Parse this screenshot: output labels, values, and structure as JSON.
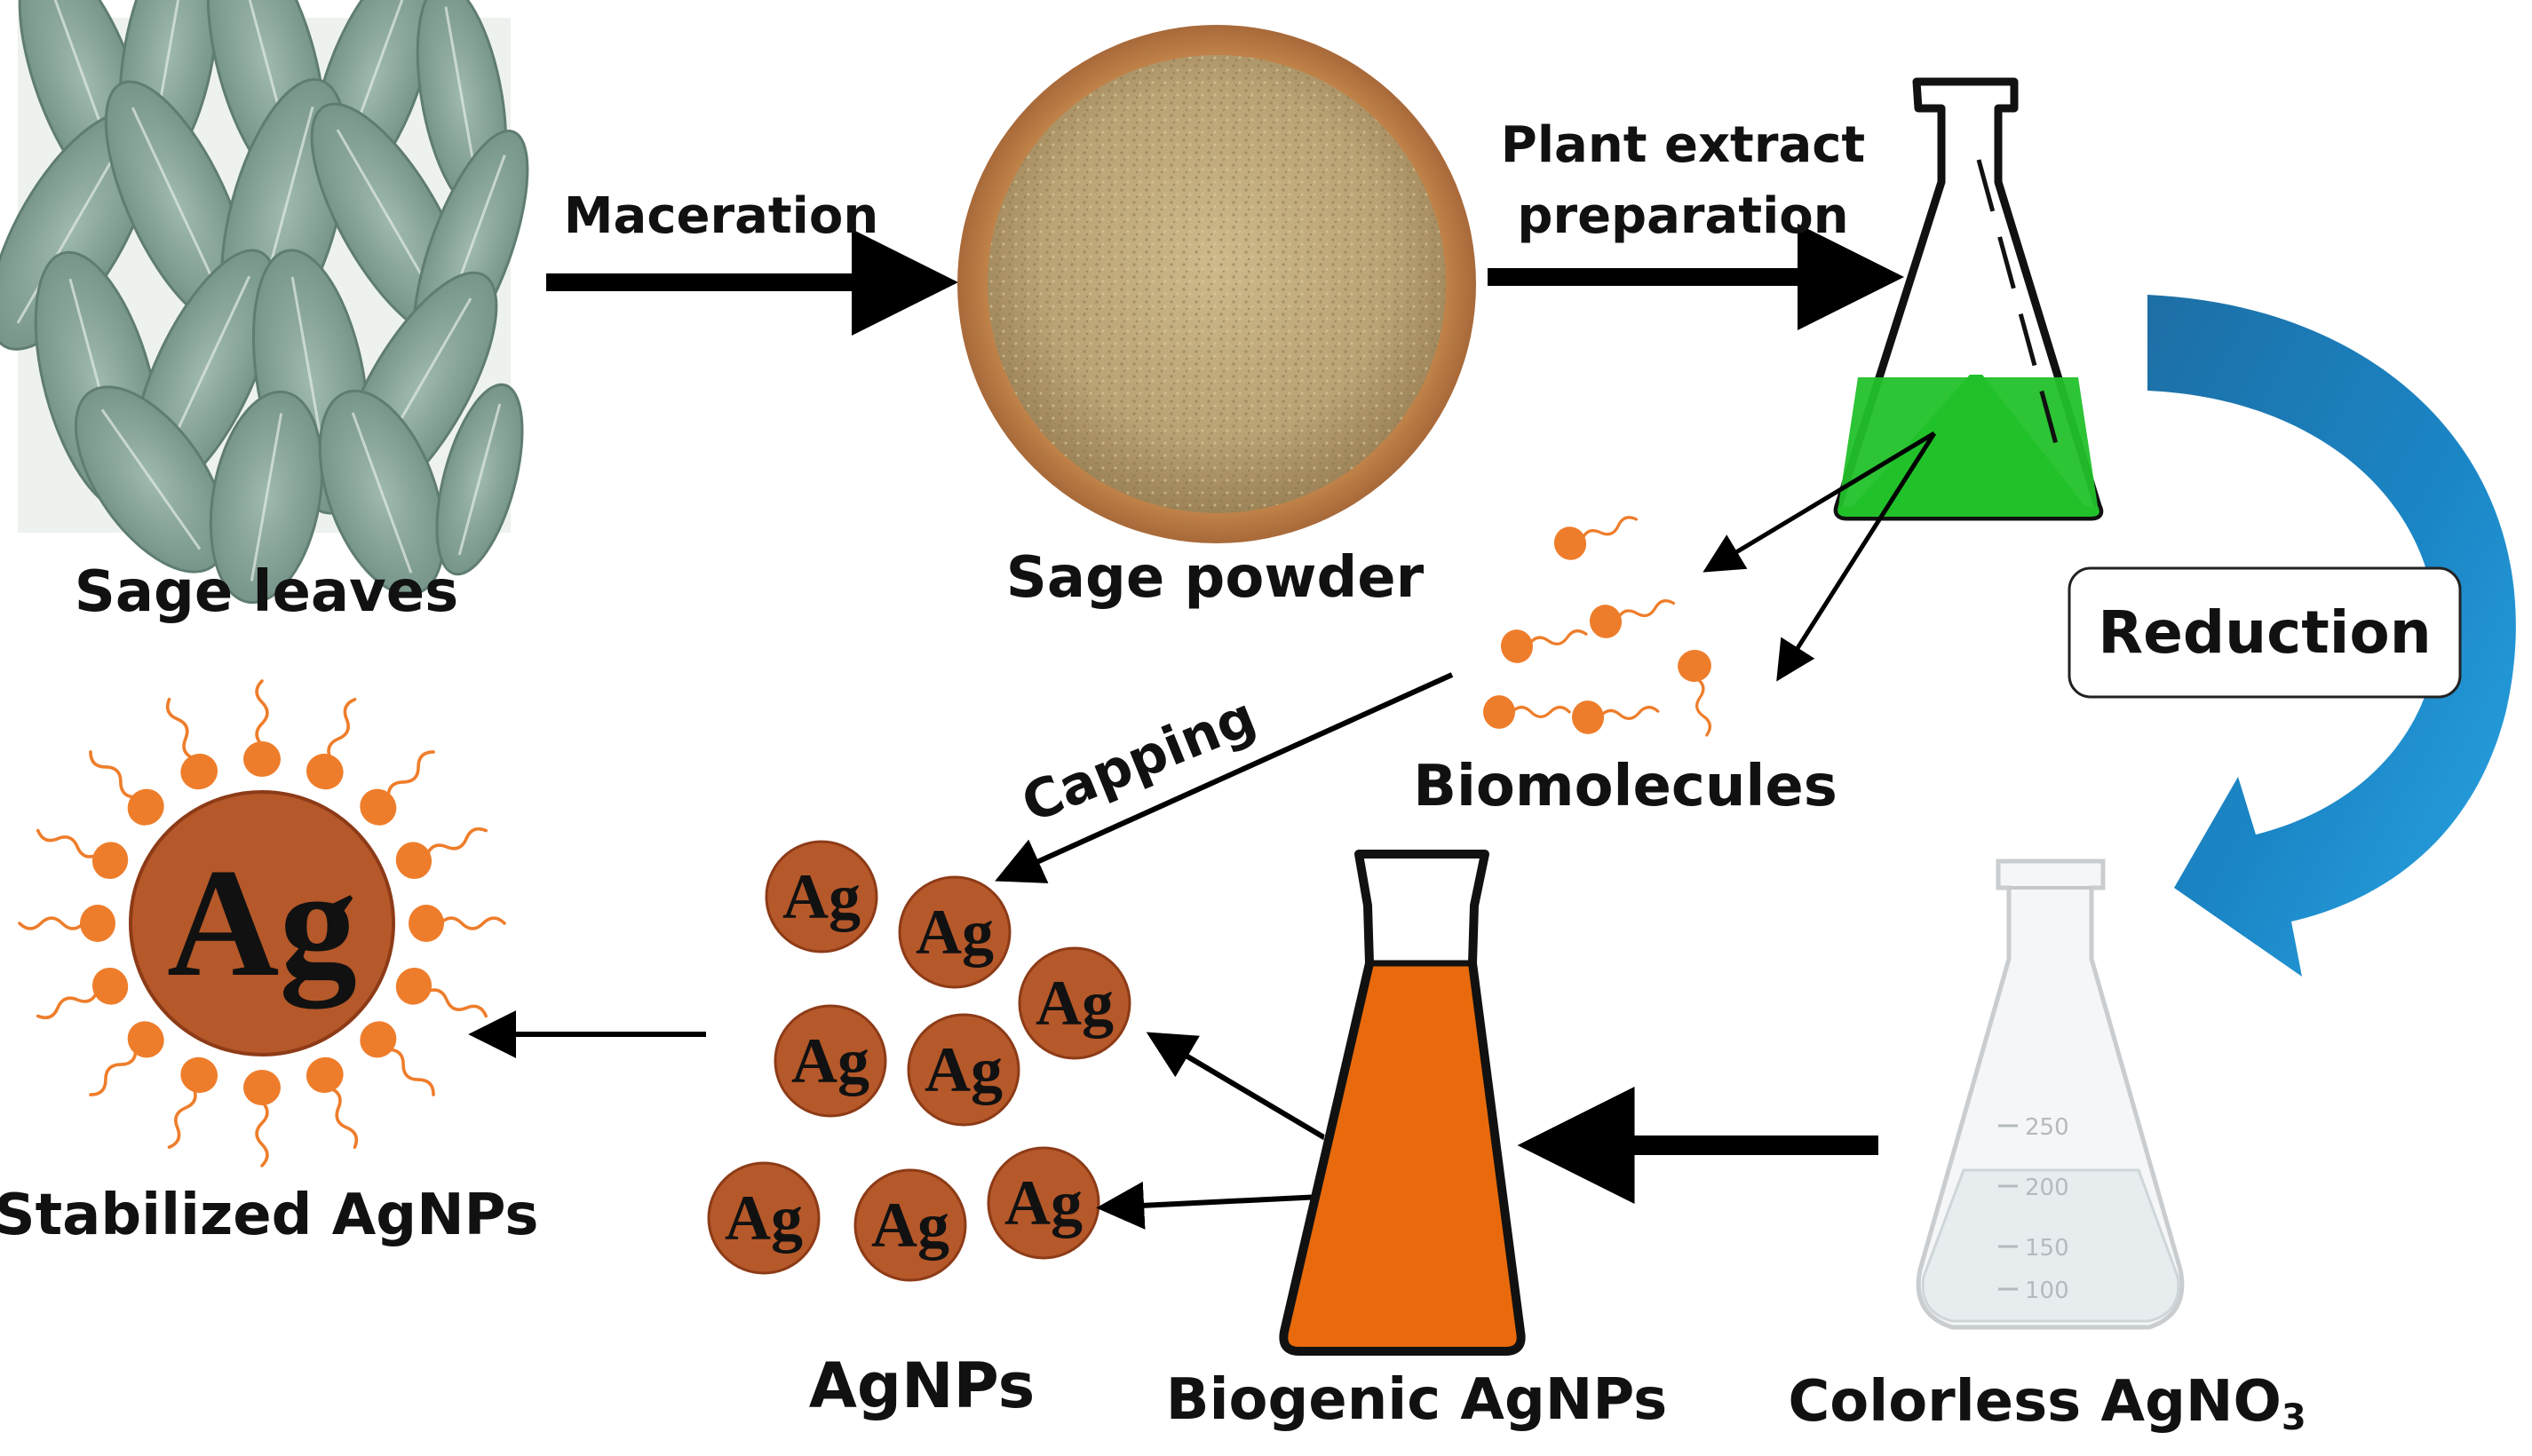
{
  "labels": {
    "sage_leaves": "Sage leaves",
    "maceration": "Maceration",
    "sage_powder": "Sage powder",
    "plant_extract_line1": "Plant extract",
    "plant_extract_line2": "preparation",
    "reduction": "Reduction",
    "biomolecules": "Biomolecules",
    "capping": "Capping",
    "stabilized_agnps": "Stabilized AgNPs",
    "agnps": "AgNPs",
    "biogenic_agnps": "Biogenic AgNPs",
    "colorless_agno3_main": "Colorless AgNO",
    "colorless_agno3_sub": "3"
  },
  "particle_symbol": "Ag",
  "beaker_marks": [
    "250",
    "200",
    "150",
    "100"
  ],
  "colors": {
    "extract_green": "#22c12a",
    "biogenic_orange": "#e86a0c",
    "particle_brown": "#b5582a",
    "biomolecule_orange": "#ee7d2b",
    "reduction_arrow_blue": "#1d8fd0",
    "arrow_black": "#000000"
  }
}
